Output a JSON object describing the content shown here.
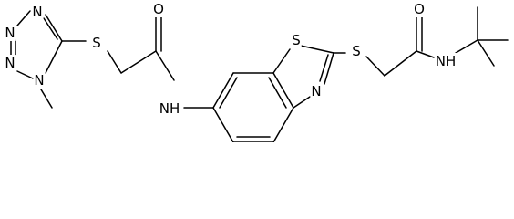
{
  "structure": {
    "background": "#ffffff",
    "line_color": "#000000",
    "atoms": {
      "n1": "N",
      "n2": "N",
      "n3": "N",
      "n4": "N",
      "s1": "S",
      "o1": "O",
      "nh1": "NH",
      "s2": "S",
      "n5": "N",
      "s3": "S",
      "o2": "O",
      "nh2": "NH"
    }
  }
}
